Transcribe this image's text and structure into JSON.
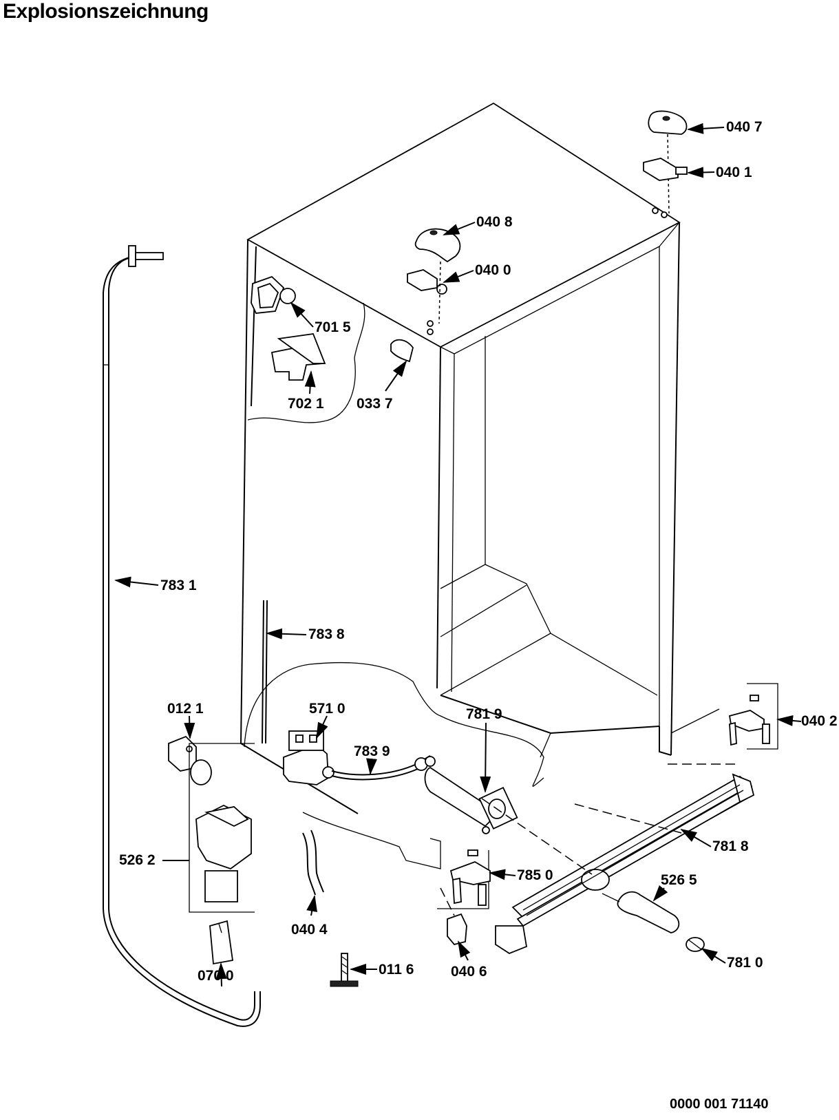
{
  "title": "Explosionszeichnung",
  "document_number": "0000 001 71140",
  "parts": [
    {
      "id": "p0407",
      "label": "040 7"
    },
    {
      "id": "p0401",
      "label": "040 1"
    },
    {
      "id": "p0408",
      "label": "040 8"
    },
    {
      "id": "p0400",
      "label": "040 0"
    },
    {
      "id": "p7015",
      "label": "701 5"
    },
    {
      "id": "p7021",
      "label": "702 1"
    },
    {
      "id": "p0337",
      "label": "033 7"
    },
    {
      "id": "p7831",
      "label": "783 1"
    },
    {
      "id": "p7838",
      "label": "783 8"
    },
    {
      "id": "p0121",
      "label": "012 1"
    },
    {
      "id": "p5710",
      "label": "571 0"
    },
    {
      "id": "p7839",
      "label": "783 9"
    },
    {
      "id": "p7819",
      "label": "781 9"
    },
    {
      "id": "p0402",
      "label": "040 2"
    },
    {
      "id": "p5262",
      "label": "526 2"
    },
    {
      "id": "p0700",
      "label": "070 0"
    },
    {
      "id": "p0404",
      "label": "040 4"
    },
    {
      "id": "p7818",
      "label": "781 8"
    },
    {
      "id": "p7850",
      "label": "785 0"
    },
    {
      "id": "p5265",
      "label": "526 5"
    },
    {
      "id": "p0116",
      "label": "011 6"
    },
    {
      "id": "p0406",
      "label": "040 6"
    },
    {
      "id": "p7810",
      "label": "781 0"
    }
  ]
}
